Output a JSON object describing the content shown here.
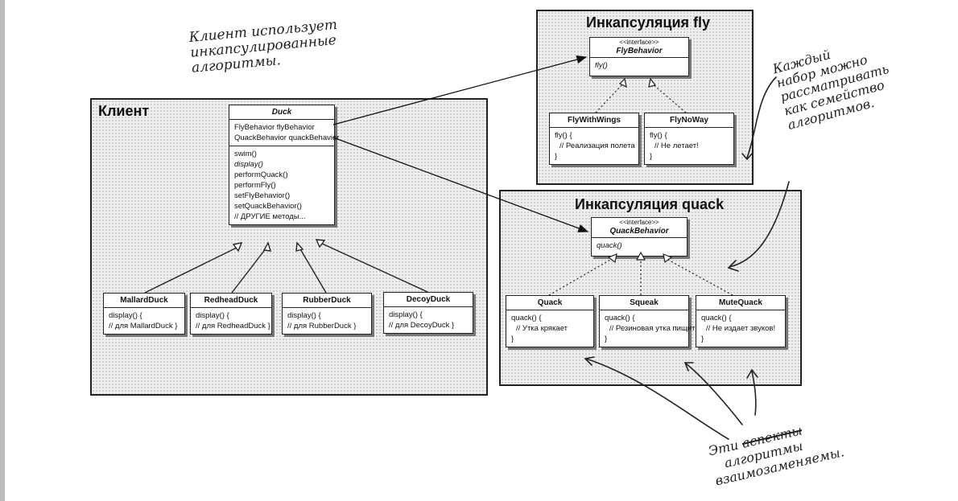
{
  "regions": {
    "client": {
      "title": "Клиент"
    },
    "fly": {
      "title": "Инкапсуляция fly"
    },
    "quack": {
      "title": "Инкапсуляция quack"
    }
  },
  "classes": {
    "duck": {
      "name": "Duck",
      "fields": [
        "FlyBehavior flyBehavior",
        "QuackBehavior quackBehavior"
      ],
      "methods": [
        "swim()",
        "display()",
        "performQuack()",
        "performFly()",
        "setFlyBehavior()",
        "setQuackBehavior()",
        "// ДРУГИЕ методы..."
      ]
    },
    "mallard": {
      "name": "MallardDuck",
      "line1": "display() {",
      "line2": "// для MallardDuck }"
    },
    "redhead": {
      "name": "RedheadDuck",
      "line1": "display() {",
      "line2": "// для RedheadDuck }"
    },
    "rubber": {
      "name": "RubberDuck",
      "line1": "display() {",
      "line2": "// для RubberDuck }"
    },
    "decoy": {
      "name": "DecoyDuck",
      "line1": "display() {",
      "line2": "// для  DecoyDuck }"
    },
    "fly_behavior": {
      "stereotype": "<<interface>>",
      "name": "FlyBehavior",
      "method": "fly()"
    },
    "fly_with_wings": {
      "name": "FlyWithWings",
      "line1": "fly() {",
      "line2": "// Реализация полета",
      "line3": "}"
    },
    "fly_no_way": {
      "name": "FlyNoWay",
      "line1": "fly() {",
      "line2": "// Не летает!",
      "line3": "}"
    },
    "quack_behavior": {
      "stereotype": "<<interface>>",
      "name": "QuackBehavior",
      "method": "quack()"
    },
    "quack": {
      "name": "Quack",
      "line1": "quack() {",
      "line2": "// Утка крякает",
      "line3": "}"
    },
    "squeak": {
      "name": "Squeak",
      "line1": "quack() {",
      "line2": "// Резиновая утка пищит",
      "line3": "}"
    },
    "mute_quack": {
      "name": "MuteQuack",
      "line1": "quack() {",
      "line2": "// Не издает звуков!",
      "line3": "}"
    }
  },
  "notes": {
    "client_uses": [
      "Клиент использует",
      "инкапсулированные",
      "алгоритмы."
    ],
    "family": [
      "Каждый",
      "набор можно",
      "рассматривать",
      "как семейство",
      "алгоритмов."
    ],
    "interchangeable": {
      "prefix": "Эти",
      "struck": "аспекты",
      "line2": "алгоритмы",
      "line3": "взаимозаменяемы."
    }
  }
}
